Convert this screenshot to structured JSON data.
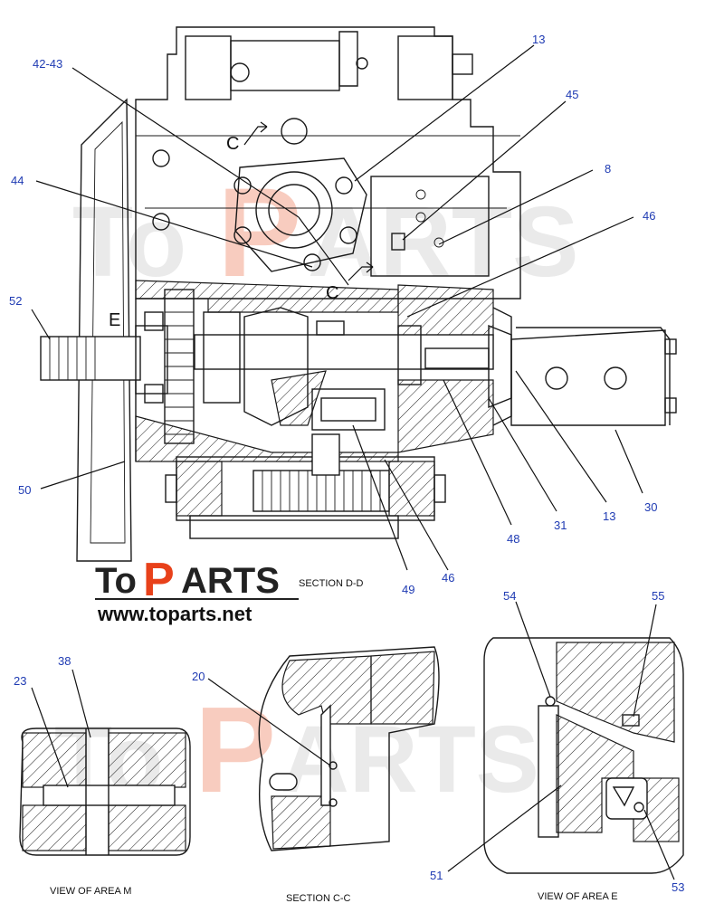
{
  "logo": {
    "part1": "To",
    "part2": "P",
    "part3": "ARTS",
    "url": "www.toparts.net"
  },
  "watermark": {
    "text1": "To",
    "text2": "P",
    "text3": "ARTS"
  },
  "section_labels": {
    "main": "SECTION D-D",
    "area_m": "VIEW OF AREA M",
    "section_cc": "SECTION C-C",
    "area_e": "VIEW OF AREA E"
  },
  "view_letters": {
    "c_top": "C",
    "c_bottom": "C",
    "e": "E"
  },
  "callouts": {
    "c42_43": "42-43",
    "c13_top": "13",
    "c45": "45",
    "c8": "8",
    "c44": "44",
    "c46_right": "46",
    "c52": "52",
    "c50": "50",
    "c49": "49",
    "c46_bottom": "46",
    "c48": "48",
    "c31": "31",
    "c13_bottom": "13",
    "c30": "30",
    "c23": "23",
    "c38": "38",
    "c20": "20",
    "c54": "54",
    "c55": "55",
    "c51": "51",
    "c53": "53"
  },
  "colors": {
    "callout": "#1f3bb3",
    "logo_red": "#e8411a",
    "logo_dark": "#222222"
  }
}
